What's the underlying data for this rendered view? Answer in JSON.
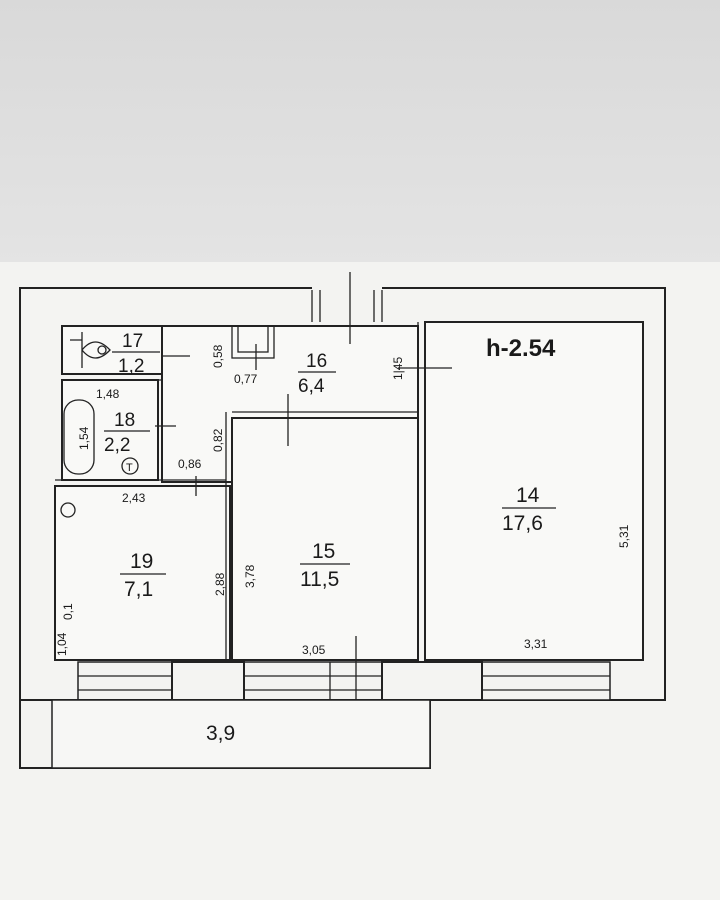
{
  "plan": {
    "ceiling_height": "h-2.54",
    "rooms": [
      {
        "number": "17",
        "area": "1,2"
      },
      {
        "number": "18",
        "area": "2,2"
      },
      {
        "number": "16",
        "area": "6,4"
      },
      {
        "number": "15",
        "area": "11,5"
      },
      {
        "number": "14",
        "area": "17,6"
      },
      {
        "number": "19",
        "area": "7,1"
      }
    ],
    "dimensions": {
      "d058": "0,58",
      "d077": "0,77",
      "d145": "1|45",
      "d148": "1,48",
      "d154": "1,54",
      "d082": "0,82",
      "d086": "0,86",
      "d243": "2,43",
      "d288": "2,88",
      "d378": "3,78",
      "d531": "5,31",
      "d305": "3,05",
      "d331": "3,31",
      "d01": "0,1",
      "d104": "1,04"
    },
    "balcony_width": "3,9"
  }
}
